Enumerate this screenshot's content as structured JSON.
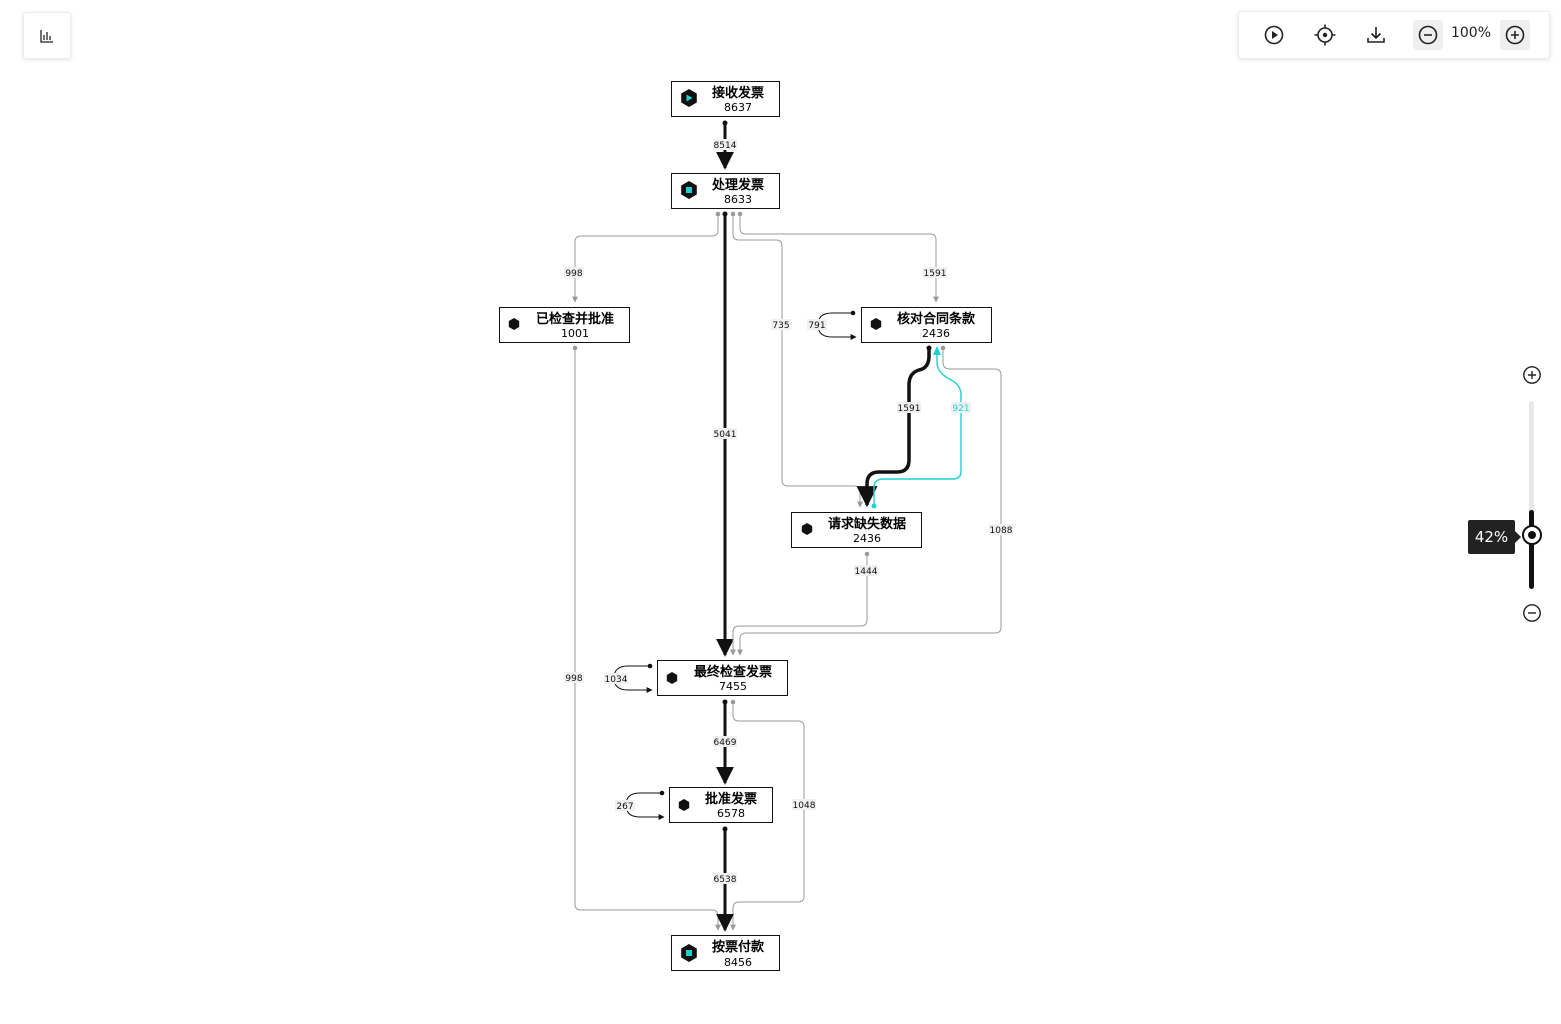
{
  "toolbar": {
    "zoom_label": "100%",
    "icons": [
      "play-circle-icon",
      "locate-icon",
      "download-icon",
      "zoom-out-icon",
      "zoom-in-icon"
    ]
  },
  "side_tool": {
    "icon": "bar-chart-icon"
  },
  "slider": {
    "value_label": "42%",
    "value": 0.42
  },
  "colors": {
    "accent": "#19d3d3",
    "edge_dark": "#111111",
    "edge_gray": "#9a9a9a"
  },
  "nodes": [
    {
      "id": "receive",
      "title": "接收发票",
      "count": "8637",
      "icon": "start"
    },
    {
      "id": "process",
      "title": "处理发票",
      "count": "8633",
      "icon": "accent"
    },
    {
      "id": "checked",
      "title": "已检查并批准",
      "count": "1001",
      "icon": "plain"
    },
    {
      "id": "verify",
      "title": "核对合同条款",
      "count": "2436",
      "icon": "plain"
    },
    {
      "id": "request",
      "title": "请求缺失数据",
      "count": "2436",
      "icon": "plain"
    },
    {
      "id": "final",
      "title": "最终检查发票",
      "count": "7455",
      "icon": "plain"
    },
    {
      "id": "approve",
      "title": "批准发票",
      "count": "6578",
      "icon": "plain"
    },
    {
      "id": "pay",
      "title": "按票付款",
      "count": "8456",
      "icon": "accent"
    }
  ],
  "edges": [
    {
      "id": "receive-process",
      "label": "8514"
    },
    {
      "id": "process-checked",
      "label": "998"
    },
    {
      "id": "process-verify",
      "label": "1591"
    },
    {
      "id": "process-request",
      "label": "735"
    },
    {
      "id": "verify-self",
      "label": "791"
    },
    {
      "id": "process-final",
      "label": "5041"
    },
    {
      "id": "verify-request",
      "label": "1591"
    },
    {
      "id": "request-verify",
      "label": "921"
    },
    {
      "id": "verify-final",
      "label": "1088"
    },
    {
      "id": "request-final",
      "label": "1444"
    },
    {
      "id": "checked-pay",
      "label": "998"
    },
    {
      "id": "final-self",
      "label": "1034"
    },
    {
      "id": "final-approve",
      "label": "6469"
    },
    {
      "id": "final-pay",
      "label": "1048"
    },
    {
      "id": "approve-self",
      "label": "267"
    },
    {
      "id": "approve-pay",
      "label": "6538"
    }
  ]
}
